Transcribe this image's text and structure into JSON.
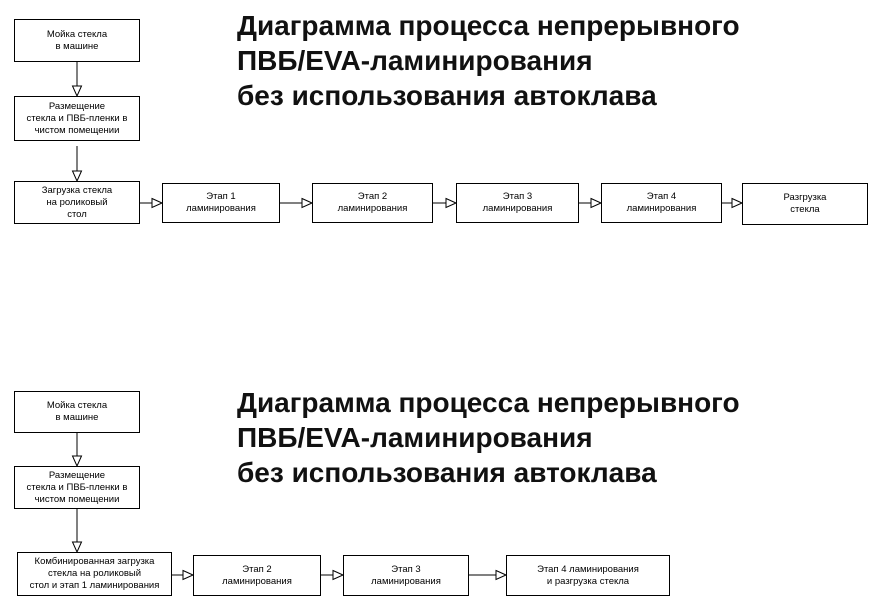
{
  "diagrams": [
    {
      "title_lines": [
        "Диаграмма процесса непрерывного",
        "ПВБ/EVA-ламинирования",
        "без использования автоклава"
      ],
      "steps": {
        "wash": "Мойка стекла\nв машине",
        "place": "Размещение\nстекла и ПВБ-пленки в\nчистом помещении",
        "load": "Загрузка стекла\nна роликовый\nстол",
        "stage1": "Этап 1\nламинирования",
        "stage2": "Этап 2\nламинирования",
        "stage3": "Этап 3\nламинирования",
        "stage4": "Этап 4\nламинирования",
        "unload": "Разгрузка\nстекла"
      }
    },
    {
      "title_lines": [
        "Диаграмма процесса непрерывного",
        "ПВБ/EVA-ламинирования",
        "без использования автоклава"
      ],
      "steps": {
        "wash": "Мойка стекла\nв машине",
        "place": "Размещение\nстекла и ПВБ-пленки в\nчистом помещении",
        "combined": "Комбинированная загрузка\nстекла на роликовый\nстол и этап 1 ламинирования",
        "stage2": "Этап 2\nламинирования",
        "stage3": "Этап 3\nламинирования",
        "stage4_unload": "Этап 4 ламинирования\nи разгрузка стекла"
      }
    }
  ]
}
